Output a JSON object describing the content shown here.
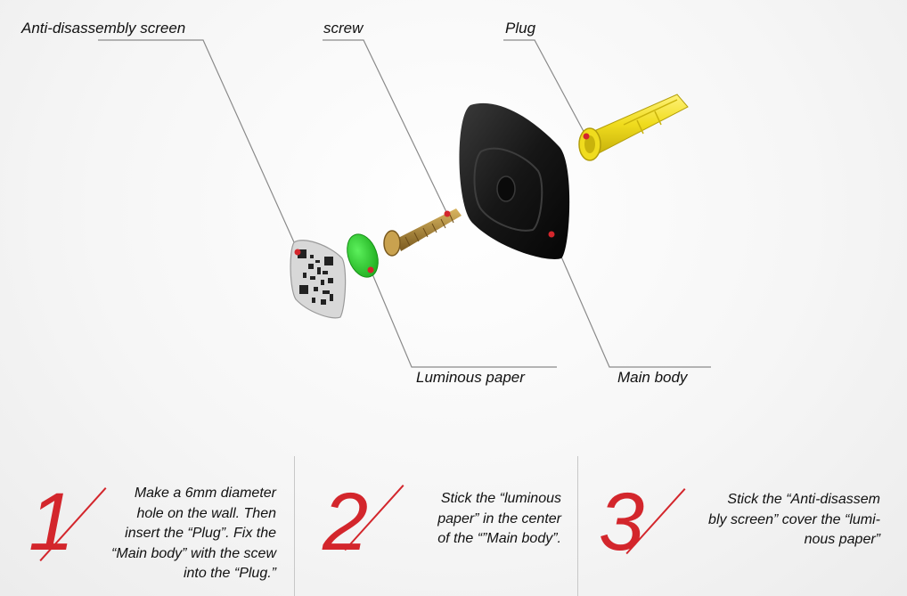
{
  "labels": {
    "anti_disassembly_screen": "Anti-disassembly screen",
    "screw": "screw",
    "plug": "Plug",
    "luminous_paper": "Luminous paper",
    "main_body": "Main body"
  },
  "colors": {
    "leader_line": "#888888",
    "marker_dot": "#d3262c",
    "step_number": "#d3262c",
    "plug": "#f3e12b",
    "luminous_paper": "#2ad12a",
    "main_body": "#1a1a1a",
    "screw": "#b08a3a"
  },
  "steps": [
    {
      "number": "1",
      "text": "Make a 6mm diameter\nhole on the wall. Then\ninsert the “Plug”. Fix the\n“Main body” with the scew\ninto the “Plug.”"
    },
    {
      "number": "2",
      "text": "Stick the “luminous\npaper” in the center\nof the “”Main body”."
    },
    {
      "number": "3",
      "text": "Stick the “Anti-disassem\nbly screen” cover the “lumi-\nnous paper”"
    }
  ]
}
